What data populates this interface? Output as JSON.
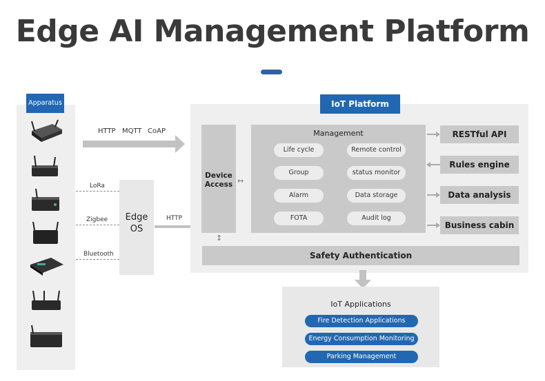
{
  "title": "Edge AI Management Platform",
  "apparatus": {
    "label": "Apparatus"
  },
  "protocols": {
    "http": "HTTP",
    "mqtt": "MQTT",
    "coap": "CoAP",
    "lora": "LoRa",
    "zigbee": "Zigbee",
    "bluetooth": "Bluetooth",
    "edge_http": "HTTP"
  },
  "edge_os": {
    "line1": "Edge",
    "line2": "OS"
  },
  "iot_platform": {
    "label": "IoT Platform",
    "device_access": {
      "line1": "Device",
      "line2": "Access"
    },
    "management": {
      "title": "Management",
      "items": [
        "Life cycle",
        "Remote control",
        "Group",
        "status monitor",
        "Alarm",
        "Data storage",
        "FOTA",
        "Audit log"
      ]
    },
    "services": [
      "RESTful API",
      "Rules engine",
      "Data analysis",
      "Business cabin"
    ],
    "safety": "Safety Authentication"
  },
  "iot_applications": {
    "title": "IoT Applications",
    "items": [
      "Fire Detection Applications",
      "Energy Consumption Monitoring",
      "Parking Management"
    ]
  },
  "colors": {
    "accent": "#2167b2",
    "title_bar": "#2e62a4",
    "box_gray": "#c9c9c9",
    "bg_gray": "#efefef"
  }
}
